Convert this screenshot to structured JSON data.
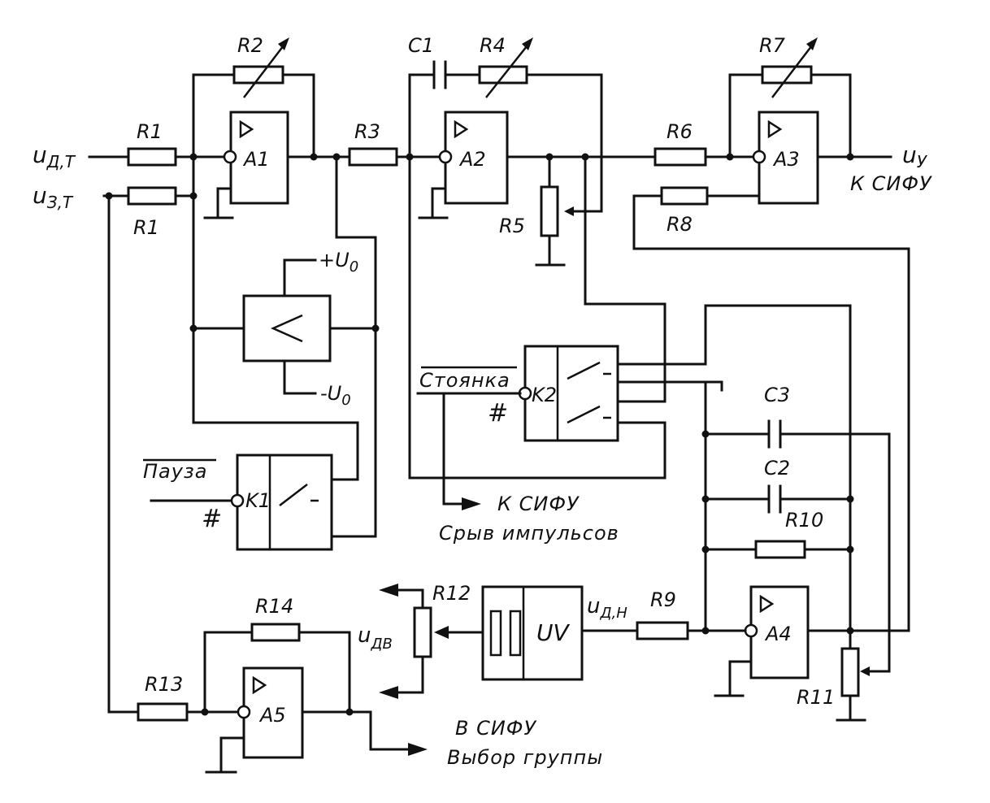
{
  "labels": {
    "R1_top": "R1",
    "R1_bottom": "R1",
    "R2": "R2",
    "R3": "R3",
    "R4": "R4",
    "R5": "R5",
    "R6": "R6",
    "R7": "R7",
    "R8": "R8",
    "R9": "R9",
    "R10": "R10",
    "R11": "R11",
    "R12": "R12",
    "R13": "R13",
    "R14": "R14",
    "C1": "C1",
    "C2": "C2",
    "C3": "C3",
    "A1": "A1",
    "A2": "A2",
    "A3": "A3",
    "A4": "A4",
    "A5": "A5",
    "K1": "K1",
    "K2": "K2",
    "UV": "UV",
    "comparator": "<",
    "hash1": "#",
    "hash2": "#"
  },
  "signals": {
    "u_dt_main": "u",
    "u_dt_sub": "Д,Т",
    "u_zt_main": "u",
    "u_zt_sub": "З,Т",
    "u_y_main": "u",
    "u_y_sub": "У",
    "u_y_dest": "К СИФУ",
    "plus_u0_main": "+U",
    "plus_u0_sub": "0",
    "minus_u0_main": "-U",
    "minus_u0_sub": "0",
    "u_dn_main": "u",
    "u_dn_sub": "Д,Н",
    "u_dv_main": "u",
    "u_dv_sub": "ДВ"
  },
  "captions": {
    "stoyanka": "Стоянка",
    "pauza": "Пауза",
    "k_sifu_srv_line1": "К СИФУ",
    "k_sifu_srv_line2": "Срыв импульсов",
    "v_sifu_line1": "В СИФУ",
    "v_sifu_line2": "Выбор группы"
  }
}
